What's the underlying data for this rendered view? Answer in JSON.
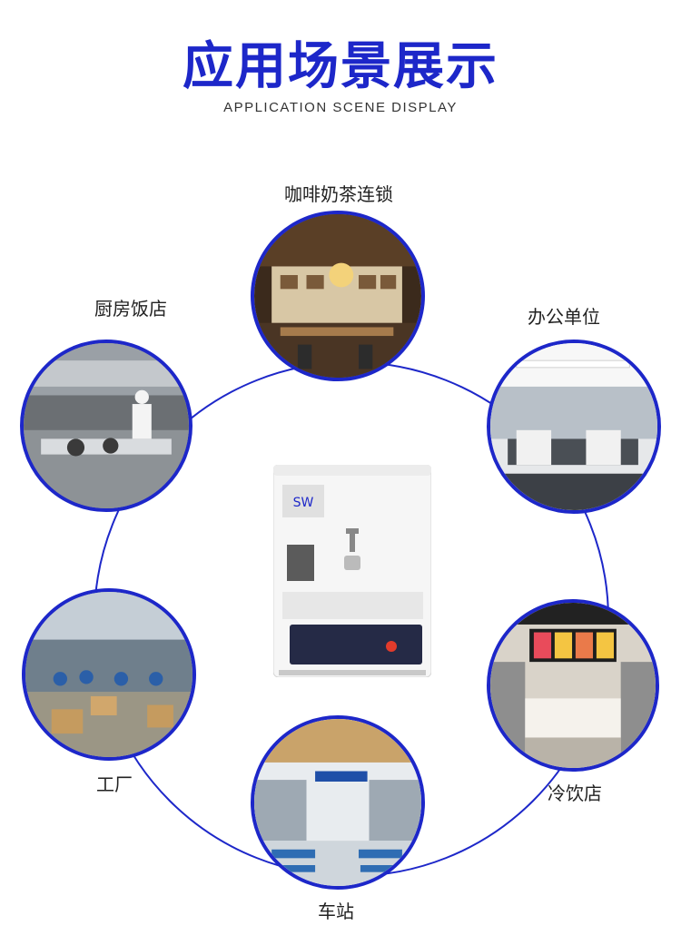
{
  "header": {
    "title": "应用场景展示",
    "subtitle": "APPLICATION SCENE DISPLAY"
  },
  "scenes": {
    "coffee": "咖啡奶茶连锁",
    "kitchen": "厨房饭店",
    "office": "办公单位",
    "factory": "工厂",
    "drinks": "冷饮店",
    "station": "车站"
  },
  "product": {
    "brand": "SW"
  },
  "colors": {
    "accent": "#1d27c9"
  }
}
